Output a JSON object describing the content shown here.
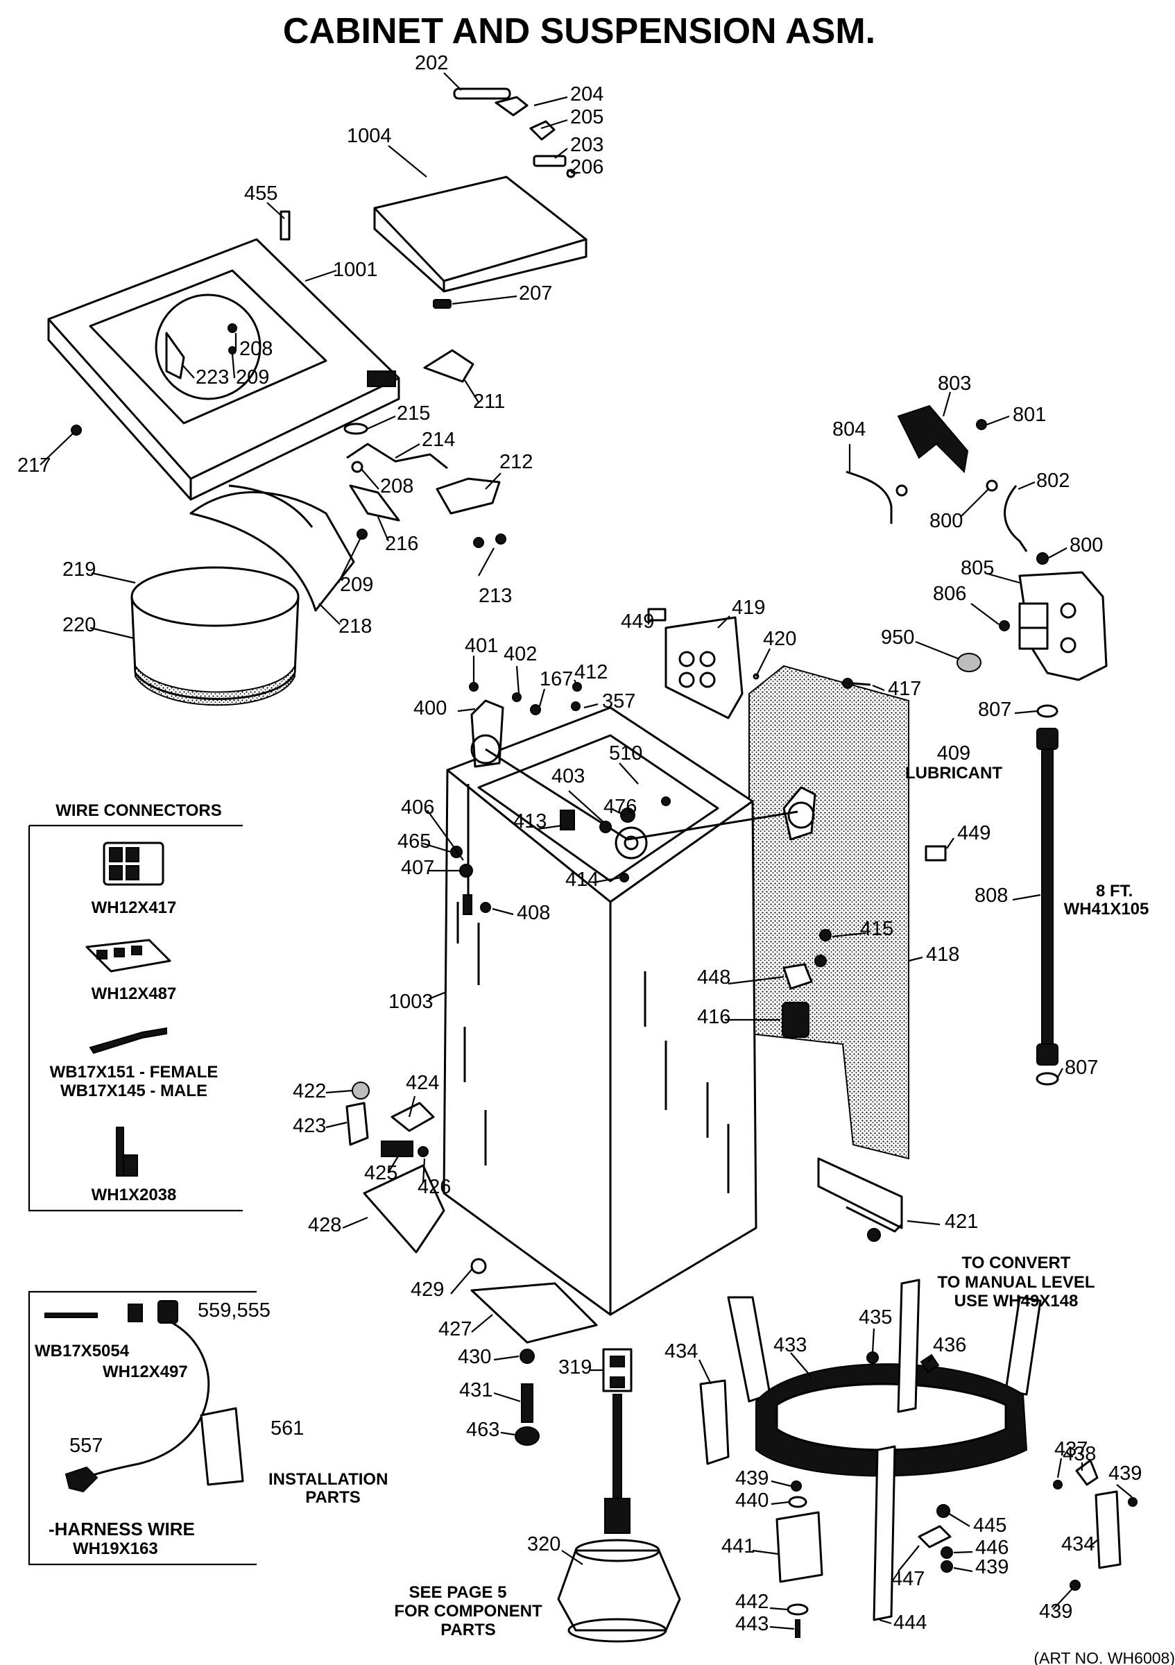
{
  "title": "CABINET AND SUSPENSION ASM.",
  "art_no": "(ART NO. WH6008)",
  "annotations": {
    "lubricant": [
      "409",
      "LUBRICANT"
    ],
    "hose": [
      "8 FT.",
      "WH41X105"
    ],
    "convert": [
      "TO CONVERT",
      "TO MANUAL LEVEL",
      "USE WH49X148"
    ],
    "installation": [
      "561",
      "INSTALLATION",
      "PARTS"
    ],
    "see_page": [
      "SEE PAGE 5",
      "FOR COMPONENT",
      "PARTS"
    ]
  },
  "wire_connectors": {
    "heading": "WIRE CONNECTORS",
    "items": [
      "WH12X417",
      "WH12X487",
      "WB17X151 - FEMALE",
      "WB17X145 - MALE",
      "WH1X2038"
    ]
  },
  "harness": {
    "labels": [
      "WB17X5054",
      "WH12X497",
      "559,555",
      "557",
      "-HARNESS WIRE",
      "WH19X163"
    ]
  },
  "callouts": [
    "202",
    "204",
    "205",
    "203",
    "206",
    "1004",
    "455",
    "1001",
    "207",
    "208",
    "223",
    "209",
    "211",
    "217",
    "215",
    "214",
    "212",
    "208",
    "216",
    "209",
    "213",
    "219",
    "218",
    "220",
    "803",
    "801",
    "804",
    "802",
    "800",
    "800",
    "805",
    "806",
    "950",
    "807",
    "808",
    "807",
    "449",
    "419",
    "420",
    "417",
    "401",
    "402",
    "167",
    "412",
    "357",
    "400",
    "510",
    "403",
    "476",
    "406",
    "465",
    "407",
    "408",
    "413",
    "414",
    "449",
    "415",
    "418",
    "448",
    "416",
    "1003",
    "422",
    "424",
    "423",
    "425",
    "426",
    "428",
    "421",
    "429",
    "427",
    "430",
    "431",
    "463",
    "319",
    "320",
    "434",
    "433",
    "435",
    "436",
    "437",
    "438",
    "439",
    "439",
    "440",
    "441",
    "445",
    "446",
    "439",
    "442",
    "443",
    "444",
    "447",
    "434",
    "439"
  ]
}
